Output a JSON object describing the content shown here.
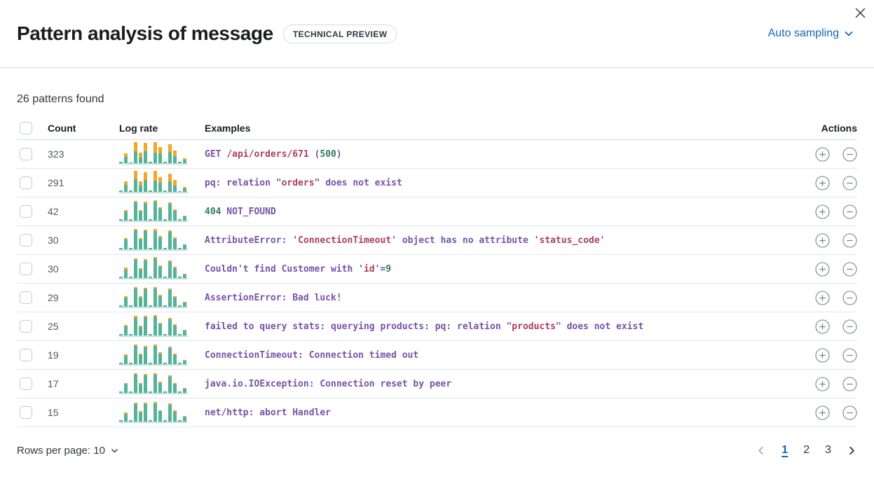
{
  "header": {
    "title": "Pattern analysis of message",
    "badge": "TECHNICAL PREVIEW",
    "sampling_label": "Auto sampling"
  },
  "summary": "26 patterns found",
  "colors": {
    "accent_blue": "#1365c4",
    "bar_green": "#54b399",
    "bar_orange": "#f5a623",
    "code_purple": "#7952a8",
    "code_red": "#ac3e60",
    "code_green": "#2e7d5b",
    "icon_gray": "#7a828e",
    "disabled_gray": "#a2abba",
    "text_dark": "#343741"
  },
  "table": {
    "columns": {
      "count": "Count",
      "log_rate": "Log rate",
      "examples": "Examples",
      "actions": "Actions"
    },
    "rows": [
      {
        "count": "323",
        "bars": [
          [
            0.05,
            0
          ],
          [
            0.3,
            0.15
          ],
          [
            0.04,
            0
          ],
          [
            0.58,
            0.42
          ],
          [
            0.28,
            0.22
          ],
          [
            0.55,
            0.4
          ],
          [
            0.05,
            0
          ],
          [
            0.5,
            0.5
          ],
          [
            0.45,
            0.3
          ],
          [
            0.05,
            0
          ],
          [
            0.52,
            0.38
          ],
          [
            0.32,
            0.28
          ],
          [
            0.05,
            0
          ],
          [
            0.18,
            0.07
          ]
        ],
        "example": [
          {
            "t": "GET ",
            "c": "p"
          },
          {
            "t": "/api/orders/671",
            "c": "r"
          },
          {
            "t": " (",
            "c": "p"
          },
          {
            "t": "500",
            "c": "g"
          },
          {
            "t": ")",
            "c": "p"
          }
        ]
      },
      {
        "count": "291",
        "bars": [
          [
            0.05,
            0
          ],
          [
            0.32,
            0.18
          ],
          [
            0.05,
            0
          ],
          [
            0.6,
            0.4
          ],
          [
            0.3,
            0.2
          ],
          [
            0.55,
            0.38
          ],
          [
            0.06,
            0
          ],
          [
            0.52,
            0.45
          ],
          [
            0.42,
            0.28
          ],
          [
            0.05,
            0
          ],
          [
            0.5,
            0.35
          ],
          [
            0.3,
            0.25
          ],
          [
            0.04,
            0
          ],
          [
            0.16,
            0.06
          ]
        ],
        "example": [
          {
            "t": "pq: relation \"",
            "c": "p"
          },
          {
            "t": "orders",
            "c": "r"
          },
          {
            "t": "\" does not exist",
            "c": "p"
          }
        ]
      },
      {
        "count": "42",
        "bars": [
          [
            0.06,
            0
          ],
          [
            0.42,
            0.08
          ],
          [
            0.07,
            0
          ],
          [
            0.88,
            0.08
          ],
          [
            0.42,
            0.06
          ],
          [
            0.8,
            0.1
          ],
          [
            0.07,
            0
          ],
          [
            0.9,
            0.08
          ],
          [
            0.55,
            0.06
          ],
          [
            0.07,
            0
          ],
          [
            0.8,
            0.08
          ],
          [
            0.48,
            0.05
          ],
          [
            0.06,
            0
          ],
          [
            0.2,
            0.04
          ]
        ],
        "example": [
          {
            "t": "404",
            "c": "g"
          },
          {
            "t": " NOT_FOUND",
            "c": "p"
          }
        ]
      },
      {
        "count": "30",
        "bars": [
          [
            0.06,
            0
          ],
          [
            0.45,
            0.06
          ],
          [
            0.06,
            0
          ],
          [
            0.9,
            0.06
          ],
          [
            0.45,
            0.08
          ],
          [
            0.85,
            0.06
          ],
          [
            0.08,
            0
          ],
          [
            0.88,
            0.1
          ],
          [
            0.55,
            0.05
          ],
          [
            0.06,
            0
          ],
          [
            0.82,
            0.06
          ],
          [
            0.5,
            0.06
          ],
          [
            0.05,
            0
          ],
          [
            0.22,
            0
          ]
        ],
        "example": [
          {
            "t": "AttributeError: '",
            "c": "p"
          },
          {
            "t": "ConnectionTimeout",
            "c": "r"
          },
          {
            "t": "' object has no attribute '",
            "c": "p"
          },
          {
            "t": "status_code",
            "c": "r"
          },
          {
            "t": "'",
            "c": "p"
          }
        ]
      },
      {
        "count": "30",
        "bars": [
          [
            0.05,
            0
          ],
          [
            0.4,
            0.1
          ],
          [
            0.06,
            0
          ],
          [
            0.85,
            0.08
          ],
          [
            0.4,
            0.06
          ],
          [
            0.82,
            0.08
          ],
          [
            0.07,
            0
          ],
          [
            0.92,
            0.06
          ],
          [
            0.52,
            0.08
          ],
          [
            0.06,
            0
          ],
          [
            0.78,
            0.06
          ],
          [
            0.46,
            0.05
          ],
          [
            0.05,
            0
          ],
          [
            0.18,
            0.04
          ]
        ],
        "example": [
          {
            "t": "Couldn't find Customer with '",
            "c": "p"
          },
          {
            "t": "id",
            "c": "r"
          },
          {
            "t": "'=",
            "c": "p"
          },
          {
            "t": "9",
            "c": "g"
          }
        ]
      },
      {
        "count": "29",
        "bars": [
          [
            0.06,
            0
          ],
          [
            0.44,
            0.05
          ],
          [
            0.06,
            0
          ],
          [
            0.86,
            0.08
          ],
          [
            0.44,
            0.05
          ],
          [
            0.84,
            0.06
          ],
          [
            0.07,
            0
          ],
          [
            0.86,
            0.08
          ],
          [
            0.5,
            0.06
          ],
          [
            0.06,
            0
          ],
          [
            0.8,
            0.08
          ],
          [
            0.44,
            0.06
          ],
          [
            0.05,
            0
          ],
          [
            0.2,
            0.03
          ]
        ],
        "example": [
          {
            "t": "AssertionError: Bad luck!",
            "c": "p"
          }
        ]
      },
      {
        "count": "25",
        "bars": [
          [
            0.05,
            0
          ],
          [
            0.42,
            0.06
          ],
          [
            0.07,
            0
          ],
          [
            0.84,
            0.1
          ],
          [
            0.4,
            0.06
          ],
          [
            0.86,
            0.06
          ],
          [
            0.06,
            0
          ],
          [
            0.9,
            0.08
          ],
          [
            0.52,
            0.05
          ],
          [
            0.06,
            0
          ],
          [
            0.76,
            0.08
          ],
          [
            0.45,
            0.06
          ],
          [
            0.05,
            0
          ],
          [
            0.22,
            0.04
          ]
        ],
        "example": [
          {
            "t": "failed to query stats: querying products: pq: relation \"",
            "c": "p"
          },
          {
            "t": "products",
            "c": "r"
          },
          {
            "t": "\" does not exist",
            "c": "p"
          }
        ]
      },
      {
        "count": "19",
        "bars": [
          [
            0.05,
            0
          ],
          [
            0.4,
            0.05
          ],
          [
            0.06,
            0
          ],
          [
            0.88,
            0.06
          ],
          [
            0.42,
            0.05
          ],
          [
            0.8,
            0.08
          ],
          [
            0.07,
            0
          ],
          [
            0.86,
            0.06
          ],
          [
            0.5,
            0.05
          ],
          [
            0.06,
            0
          ],
          [
            0.78,
            0.06
          ],
          [
            0.44,
            0.05
          ],
          [
            0.06,
            0
          ],
          [
            0.18,
            0.03
          ]
        ],
        "example": [
          {
            "t": "ConnectionTimeout: Connection timed out",
            "c": "p"
          }
        ]
      },
      {
        "count": "17",
        "bars": [
          [
            0.06,
            0
          ],
          [
            0.42,
            0.04
          ],
          [
            0.06,
            0
          ],
          [
            0.85,
            0.06
          ],
          [
            0.4,
            0.08
          ],
          [
            0.82,
            0.05
          ],
          [
            0.06,
            0
          ],
          [
            0.88,
            0.06
          ],
          [
            0.48,
            0.06
          ],
          [
            0.07,
            0
          ],
          [
            0.76,
            0.05
          ],
          [
            0.42,
            0.04
          ],
          [
            0.05,
            0
          ],
          [
            0.2,
            0.03
          ]
        ],
        "example": [
          {
            "t": "java.io.IOException: Connection reset by peer",
            "c": "p"
          }
        ]
      },
      {
        "count": "15",
        "bars": [
          [
            0.05,
            0
          ],
          [
            0.38,
            0.06
          ],
          [
            0.06,
            0
          ],
          [
            0.84,
            0.08
          ],
          [
            0.42,
            0.05
          ],
          [
            0.84,
            0.06
          ],
          [
            0.06,
            0
          ],
          [
            0.88,
            0.06
          ],
          [
            0.5,
            0.04
          ],
          [
            0.06,
            0
          ],
          [
            0.8,
            0.06
          ],
          [
            0.46,
            0.05
          ],
          [
            0.05,
            0
          ],
          [
            0.22,
            0.03
          ]
        ],
        "example": [
          {
            "t": "net/http: abort Handler",
            "c": "p"
          }
        ]
      }
    ]
  },
  "footer": {
    "rows_per_page": "Rows per page: 10",
    "pagination": {
      "pages": [
        "1",
        "2",
        "3"
      ],
      "active": "1"
    }
  }
}
